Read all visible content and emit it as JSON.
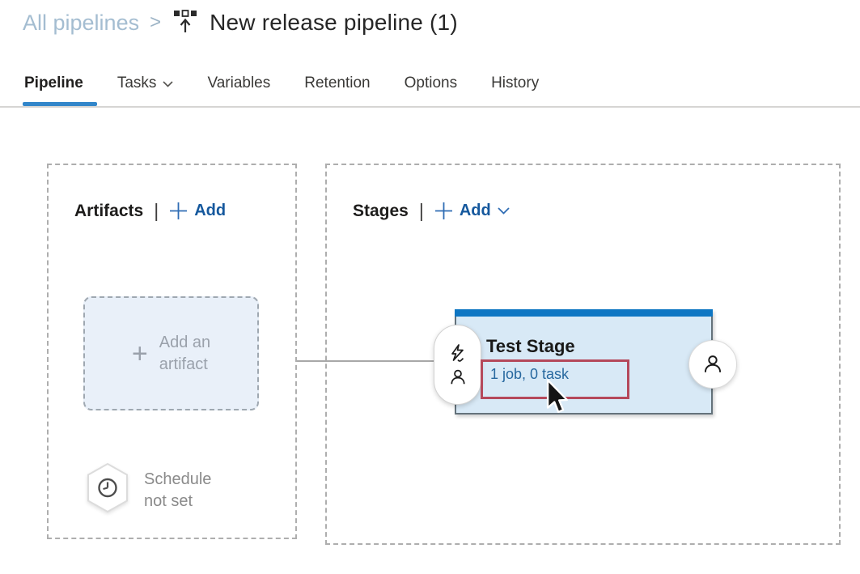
{
  "breadcrumb": {
    "parent": "All pipelines",
    "separator": ">",
    "title": "New release pipeline (1)"
  },
  "tabs": [
    {
      "label": "Pipeline",
      "active": true
    },
    {
      "label": "Tasks",
      "dropdown": true
    },
    {
      "label": "Variables"
    },
    {
      "label": "Retention"
    },
    {
      "label": "Options"
    },
    {
      "label": "History"
    }
  ],
  "artifacts": {
    "title": "Artifacts",
    "divider": "|",
    "add_label": "Add",
    "placeholder": {
      "plus": "+",
      "line1": "Add an",
      "line2": "artifact"
    },
    "schedule": {
      "line1": "Schedule",
      "line2": "not set"
    }
  },
  "stages": {
    "title": "Stages",
    "divider": "|",
    "add_label": "Add",
    "card": {
      "title": "Test Stage",
      "summary_link": "1 job, 0 task"
    }
  },
  "icons": {
    "breadcrumb": "release-pipeline-icon",
    "tasks_tab": "chevron-down-icon",
    "stages_add": "chevron-down-icon",
    "schedule": "clock-icon",
    "pre_deploy": [
      "lightning-icon",
      "person-icon"
    ],
    "post_deploy": "person-icon"
  },
  "colors": {
    "accent_blue": "#0e76c3",
    "add_blue": "#15589d",
    "link_blue": "#27689f",
    "breadcrumb_link": "#a4bdd1",
    "annotation_red": "#b5495b"
  }
}
